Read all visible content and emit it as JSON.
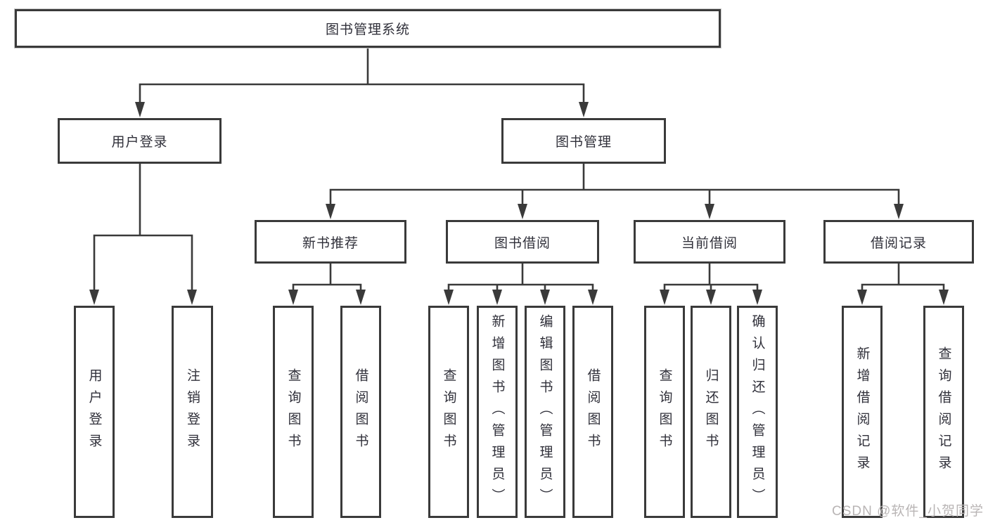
{
  "diagram_title": "图书管理系统",
  "nodes": {
    "root": "图书管理系统",
    "user_login": "用户登录",
    "book_mgmt": "图书管理",
    "new_book_rec": "新书推荐",
    "book_borrow": "图书借阅",
    "current_borrow": "当前借阅",
    "borrow_record": "借阅记录",
    "ul_login": "用户登录",
    "ul_logout": "注销登录",
    "nr_query": "查询图书",
    "nr_borrow": "借阅图书",
    "bb_query": "查询图书",
    "bb_add": "新增图书（管理员）",
    "bb_edit": "编辑图书（管理员）",
    "bb_borrow": "借阅图书",
    "cb_query": "查询图书",
    "cb_return": "归还图书",
    "cb_confirm": "确认归还（管理员）",
    "br_add": "新增借阅记录",
    "br_query": "查询借阅记录"
  },
  "tree": {
    "label": "图书管理系统",
    "children": [
      {
        "label": "用户登录",
        "children": [
          {
            "label": "用户登录"
          },
          {
            "label": "注销登录"
          }
        ]
      },
      {
        "label": "图书管理",
        "children": [
          {
            "label": "新书推荐",
            "children": [
              {
                "label": "查询图书"
              },
              {
                "label": "借阅图书"
              }
            ]
          },
          {
            "label": "图书借阅",
            "children": [
              {
                "label": "查询图书"
              },
              {
                "label": "新增图书（管理员）"
              },
              {
                "label": "编辑图书（管理员）"
              },
              {
                "label": "借阅图书"
              }
            ]
          },
          {
            "label": "当前借阅",
            "children": [
              {
                "label": "查询图书"
              },
              {
                "label": "归还图书"
              },
              {
                "label": "确认归还（管理员）"
              }
            ]
          },
          {
            "label": "借阅记录",
            "children": [
              {
                "label": "新增借阅记录"
              },
              {
                "label": "查询借阅记录"
              }
            ]
          }
        ]
      }
    ]
  },
  "watermark": "CSDN @软件_小贺同学",
  "colors": {
    "line": "#3a3a3a",
    "box_border": "#3a3a3a",
    "box_fill": "#ffffff",
    "text": "#30303a",
    "background": "#ffffff",
    "watermark": "#b9b5b5"
  }
}
